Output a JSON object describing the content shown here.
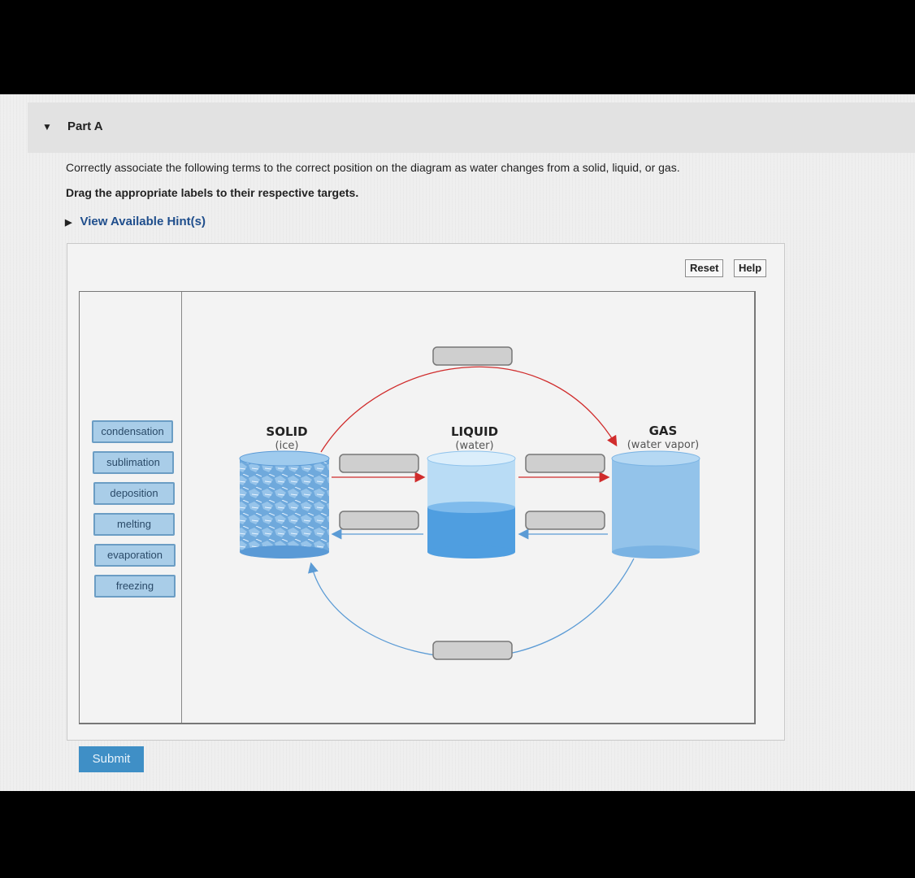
{
  "part": {
    "title": "Part A"
  },
  "instructions": {
    "question": "Correctly associate the following terms to the correct position on the diagram as water changes from a solid, liquid, or gas.",
    "drag": "Drag the appropriate labels to their respective targets."
  },
  "hint": {
    "label": "View Available Hint(s)"
  },
  "toolbar": {
    "reset": "Reset",
    "help": "Help"
  },
  "labels": [
    "condensation",
    "sublimation",
    "deposition",
    "melting",
    "evaporation",
    "freezing"
  ],
  "states": {
    "solid": {
      "name": "SOLID",
      "sub": "(ice)"
    },
    "liquid": {
      "name": "LIQUID",
      "sub": "(water)"
    },
    "gas": {
      "name": "GAS",
      "sub": "(water vapor)"
    }
  },
  "submit": "Submit",
  "colors": {
    "forward_arrow": "#d02c2c",
    "backward_arrow": "#5b9bd5",
    "label_fill": "#a9cde8",
    "submit_bg": "#3f8fc6"
  }
}
